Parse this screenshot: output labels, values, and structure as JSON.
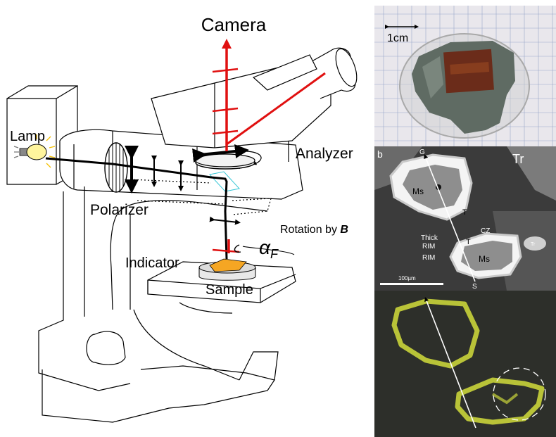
{
  "diagram": {
    "labels": {
      "camera": "Camera",
      "lamp": "Lamp",
      "analyzer": "Analyzer",
      "polarizer": "Polarizer",
      "rotation_prefix": "Rotation by ",
      "rotation_field": "B",
      "alpha": "α",
      "alpha_sub": "F",
      "indicator": "Indicator",
      "sample": "Sample"
    }
  },
  "photo": {
    "scale_label": "1cm"
  },
  "micrograph_b": {
    "panel_letter": "b",
    "top_point": "G",
    "bottom_point": "S",
    "tr": "Tr",
    "tr_small": "Tr",
    "ms_top": "Ms",
    "ms_bottom": "Ms",
    "t_top": "T",
    "t_bottom": "T",
    "cz": "CZ",
    "thick": "Thick",
    "rim_upper": "RIM",
    "rim_lower": "RIM",
    "scale_bar": "100µm"
  },
  "colors": {
    "light_path": "#e01010",
    "beam": "#000000",
    "sample": "#f5a623",
    "fluorescence": "#c9d43a"
  }
}
